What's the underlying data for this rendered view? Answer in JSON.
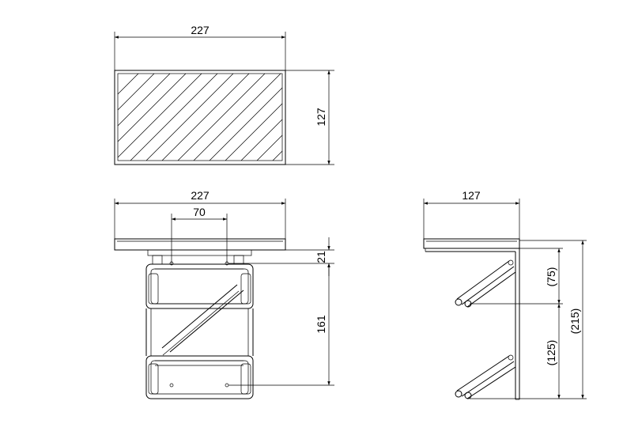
{
  "top_view": {
    "width_label": "227",
    "depth_label": "127"
  },
  "front_view": {
    "width_label": "227",
    "bracket_spacing_label": "70",
    "top_offset_label": "21",
    "height_label": "161"
  },
  "side_view": {
    "depth_label": "127",
    "upper_spacing_label": "(75)",
    "lower_spacing_label": "(125)",
    "total_height_label": "(215)"
  }
}
